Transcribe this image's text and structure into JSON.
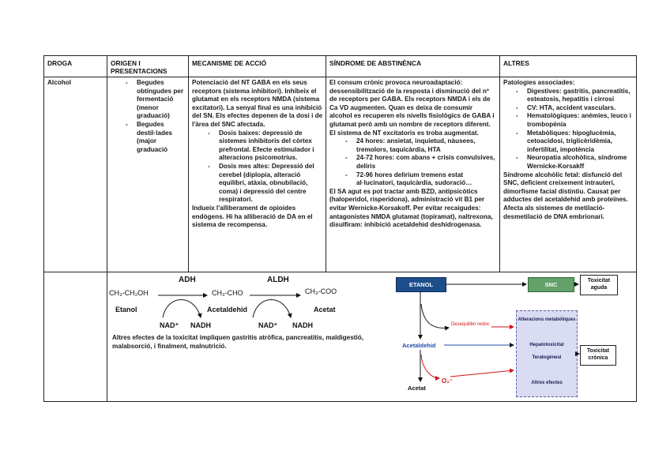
{
  "table": {
    "headers": {
      "droga": "DROGA",
      "origen": "ORIGEN I PRESENTACIONS",
      "mecanisme": "MECANISME DE ACCIÓ",
      "sindrome": "SÍNDROME DE ABSTINÈNCA",
      "altres": "ALTRES"
    },
    "row": {
      "droga": "Alcohol",
      "origen": [
        "Begudes obtingudes per fermentació (menor graduació)",
        "Begudes destil·lades (major graduació"
      ],
      "mecanisme": {
        "intro": "Potenciació del NT GABA en els seus receptors (sistema inhibitori). Inhibeix el glutamat en els receptors NMDA (sistema excitatori). La senyal final es una inhibició del SN. Els efectes depenen de la dosi i de l'àrea del SNC afectada.",
        "items": [
          "Dosis baixes: depressió de sistemes inhibitoris del còrtex prefrontal. Efecte estimulador i alteracions psicomotrius.",
          "Dosis mes altes: Depressió del cerebel (diplopia, alteració equilibri, atàxia, obnubilació, coma) i depressió del centre respiratori."
        ],
        "outro": "Indueix l'alliberament de opioides endògens. Hi ha alliberació de DA en el sistema de recompensa."
      },
      "sindrome": {
        "intro": "El consum crònic provoca neuroadaptació: dessensibilització de la resposta i disminució del nº de receptors per GABA. Els receptors NMDA i els de Ca VD augmenten. Quan es deixa de consumir alcohol es recuperen els nivells fisiològics de GABA i glutamat però amb un nombre de receptors diferent. El sistema de NT excitatoris es troba augmentat.",
        "items": [
          "24 hores: ansietat, inquietud, nàusees, tremolors, taquicàrdia, HTA",
          "24-72 hores: com abans + crisis convulsives, deliris",
          "72-96 hores delirium tremens estat al·lucinatori, taquicàrdia, sudoració…"
        ],
        "outro": "El SA agut es pot tractar amb BZD, antipsicòtics (haloperidol, risperidona), administració vit B1 per evitar Wernicke-Korsakoff. Per evitar recaigudes: antagonistes NMDA glutamat (topiramat), naltrexona, disulfiram: inhibició acetaldehid deshidrogenasa."
      },
      "altres": {
        "intro": "Patologies associades:",
        "items": [
          "Digestives: gastritis, pancreatitis, esteatosis, hepatitis i cirrosi",
          "CV: HTA, accident vasculars.",
          "Hematològiques: anèmies, leuco i trombopènia",
          "Metabòliques: hipoglucèmia, cetoacidosi, triglicèridèmia, infertilitat, impotència",
          "Neuropatia alcohòlica, síndrome Wernicke-Korsakff"
        ],
        "outro": "Síndrome alcohòlic fetal: disfunció del SNC, deficient creixement intrauterí, dimorfisme facial distintiu. Causat per adductes del acetaldehid amb proteïnes. Afecta als sistemes de metilació-desmetilació de DNA embrionari."
      }
    }
  },
  "metabolism": {
    "etanol_formula": "CH₃-CH₂OH",
    "etanol_name": "Etanol",
    "acetaldehid_formula": "CH₃-CHO",
    "acetaldehid_name": "Acetaldehid",
    "acetat_formula": "CH₃-COO",
    "acetat_name": "Acetat",
    "enzyme1": "ADH",
    "enzyme2": "ALDH",
    "nad1": "NAD⁺",
    "nadh1": "NADH",
    "nad2": "NAD⁺",
    "nadh2": "NADH",
    "note": "Altres efectes de la toxicitat impliquen gastritis atròfica, pancreatitis, maldigestió, malabsorció, i finalment, malnutrició."
  },
  "flow": {
    "etanol": "ETANOL",
    "snc": "SNC",
    "tox_aguda": "Toxicitat aguda",
    "desequilibri": "Desequilibri redox",
    "acetaldehid": "Acetaldehid",
    "o2": "O₂⁻",
    "acetat": "Acetat",
    "box_items": [
      "Alteracions metabòliques",
      "Hepatotoxicitat",
      "Teratogènesi",
      "Altres efectes"
    ],
    "tox_cronica": "Toxicitat crònica",
    "colors": {
      "etanol_fill": "#1d4e8c",
      "snc_fill": "#63a06a",
      "box_fill": "#d9dcf2",
      "red": "#d0141a",
      "blue": "#1f4fa8"
    }
  }
}
